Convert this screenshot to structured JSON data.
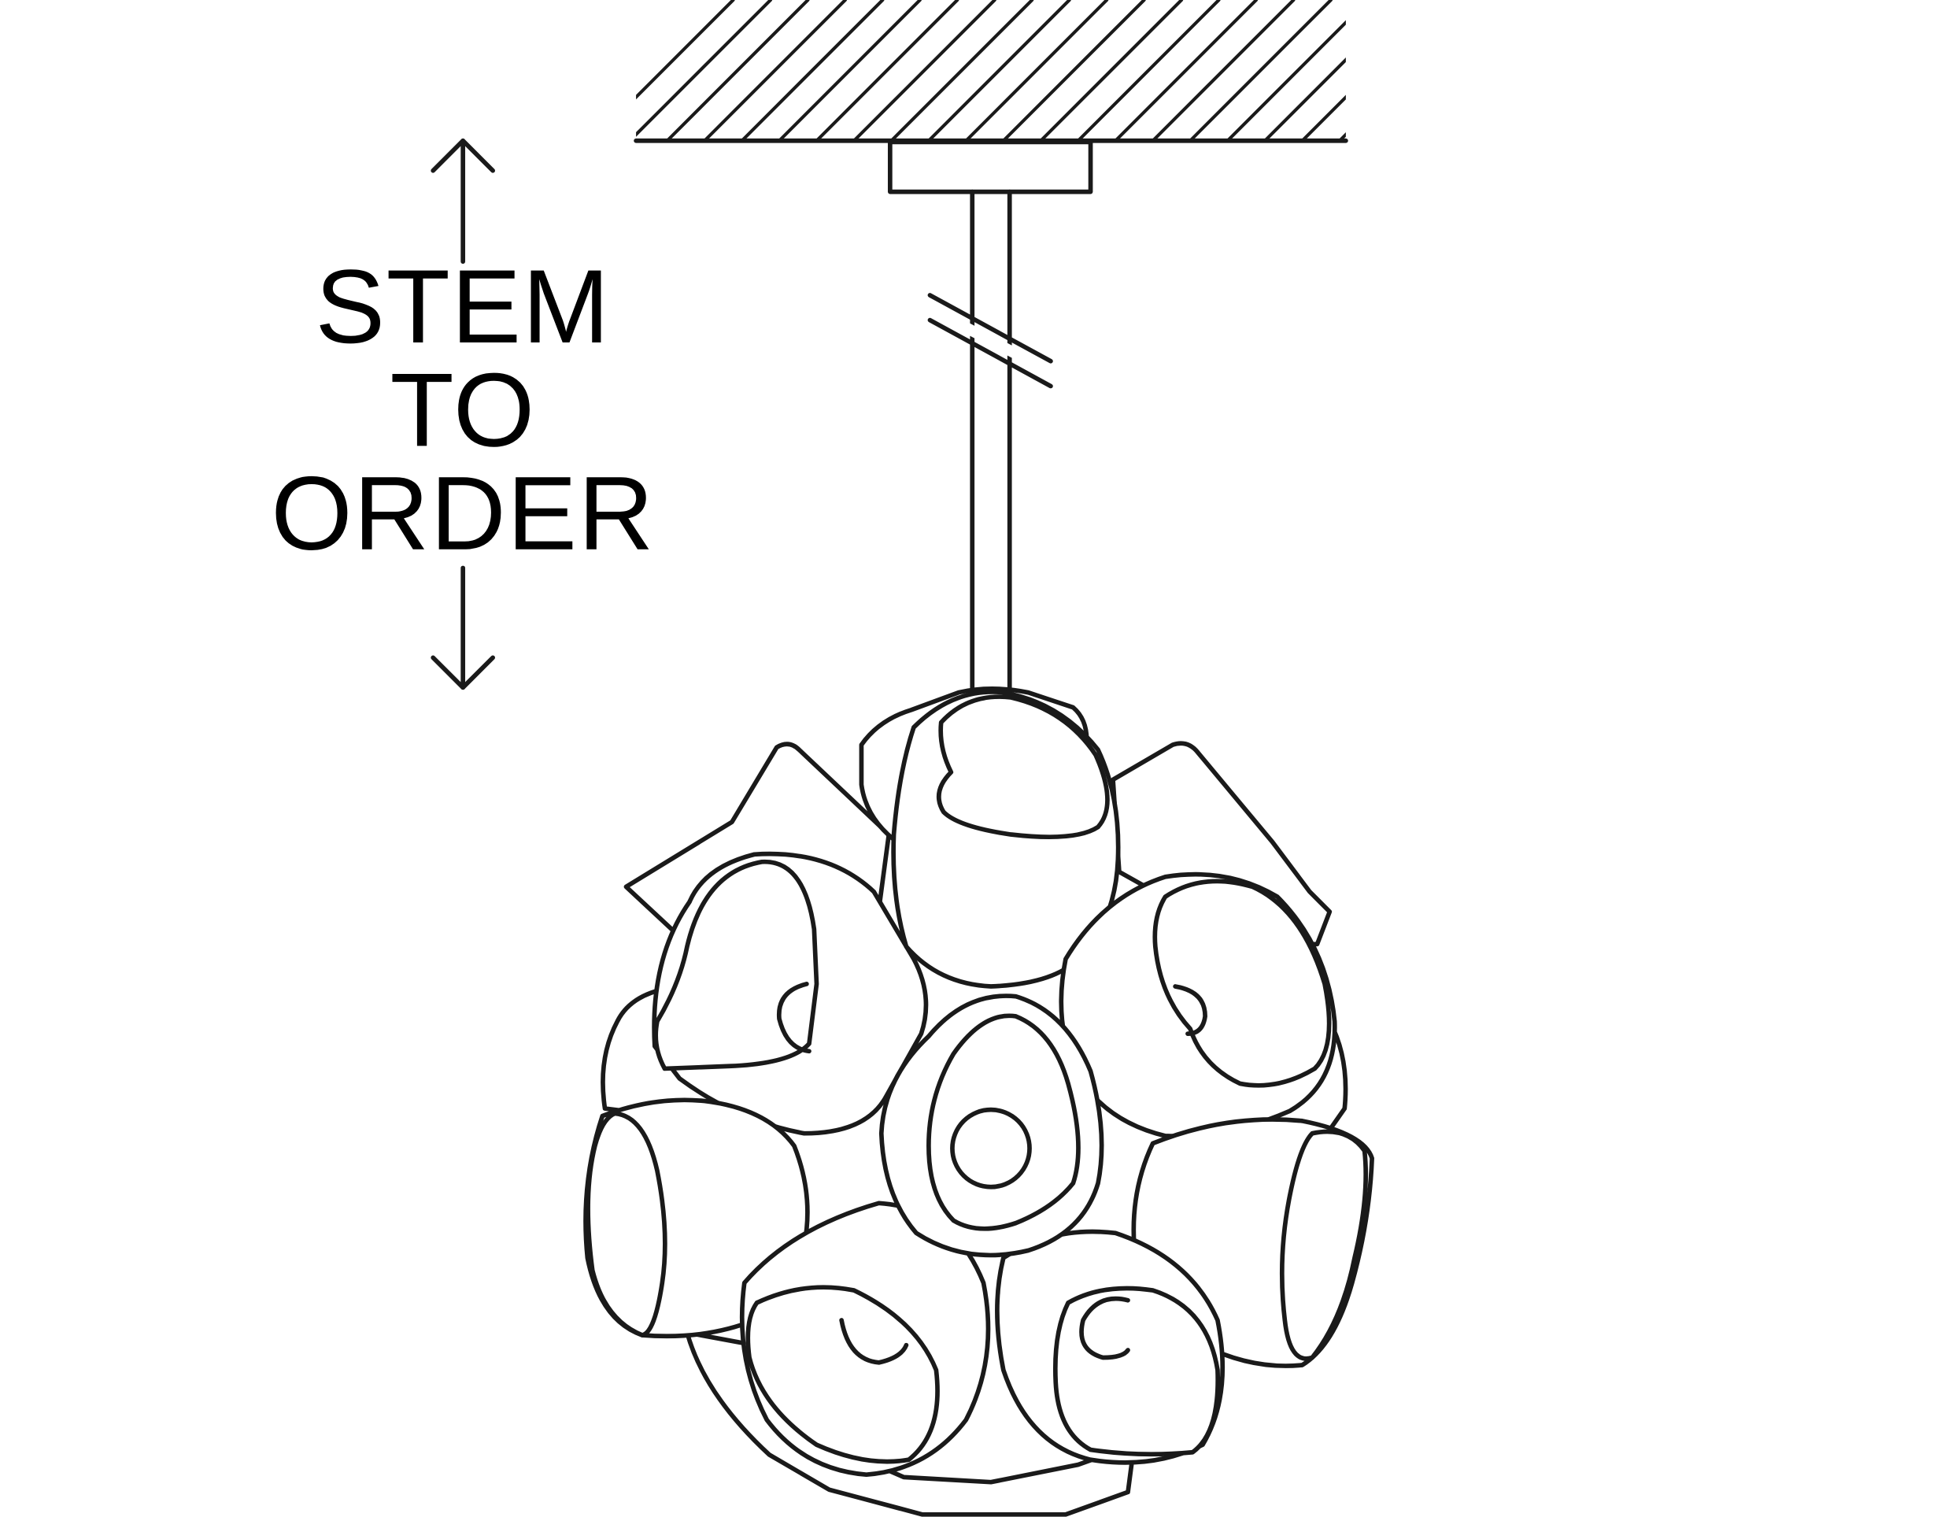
{
  "label": {
    "lines": [
      "STEM",
      "TO",
      "ORDER"
    ]
  },
  "icons": {
    "dimension_arrow": "double-arrow-vertical",
    "break_symbol": "break-mark"
  },
  "colors": {
    "ink": "#1a1a1a",
    "background": "#ffffff"
  }
}
